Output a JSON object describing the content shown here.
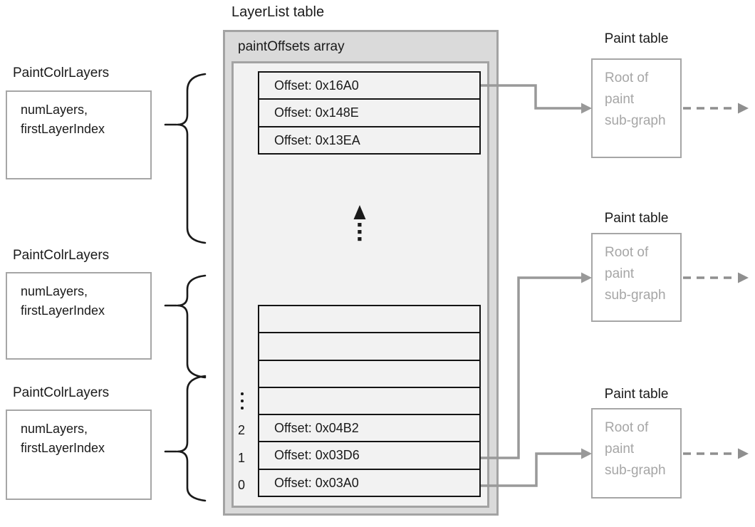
{
  "diagram": {
    "layerlist": {
      "title": "LayerList table",
      "array_label": "paintOffsets array",
      "top_offsets": [
        "Offset: 0x16A0",
        "Offset: 0x148E",
        "Offset: 0x13EA"
      ],
      "bottom_offsets": [
        "Offset: 0x04B2",
        "Offset: 0x03D6",
        "Offset: 0x03A0"
      ],
      "bottom_indices": [
        "2",
        "1",
        "0"
      ]
    },
    "paint_colr_layers": [
      {
        "title": "PaintColrLayers",
        "fields": [
          "numLayers,",
          "firstLayerIndex"
        ]
      },
      {
        "title": "PaintColrLayers",
        "fields": [
          "numLayers,",
          "firstLayerIndex"
        ]
      },
      {
        "title": "PaintColrLayers",
        "fields": [
          "numLayers,",
          "firstLayerIndex"
        ]
      }
    ],
    "paint_tables": [
      {
        "title": "Paint table",
        "body_lines": [
          "Root of",
          "paint",
          "sub-graph"
        ]
      },
      {
        "title": "Paint table",
        "body_lines": [
          "Root of",
          "paint",
          "sub-graph"
        ]
      },
      {
        "title": "Paint table",
        "body_lines": [
          "Root of",
          "paint",
          "sub-graph"
        ]
      }
    ],
    "colors": {
      "outer_fill": "#dadada",
      "inner_fill": "#f2f2f2",
      "gray_border": "#a6a6a6",
      "connector_gray": "#999999",
      "muted_text": "#a6a6a6",
      "black": "#1a1a1a"
    }
  }
}
